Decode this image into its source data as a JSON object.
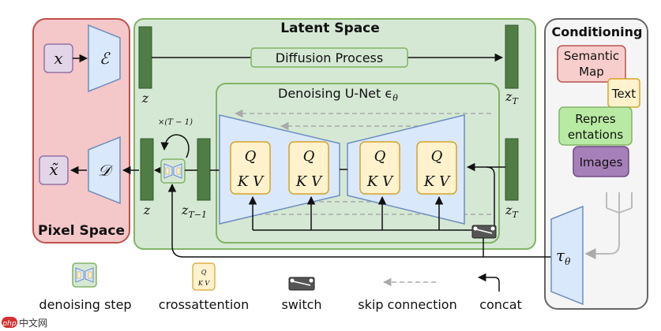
{
  "regions": {
    "pixel_space": "Pixel Space",
    "latent_space": "Latent Space",
    "conditioning": "Conditioning",
    "unet": "Denoising U-Net ϵ",
    "unet_sub": "θ"
  },
  "symbols": {
    "x": "x",
    "x_tilde": "x̃",
    "encoder": "ℰ",
    "decoder": "𝒟",
    "z": "z",
    "z_top": "z",
    "zT": "z",
    "zT_sub": "T",
    "zT2": "z",
    "zT2_sub": "T",
    "zTm1": "z",
    "zTm1_sub": "T−1",
    "repeat": "×(T − 1)",
    "tau": "τ",
    "tau_sub": "θ",
    "q": "Q",
    "kv": "K V"
  },
  "process": {
    "diffusion": "Diffusion Process"
  },
  "conditioning_items": {
    "semantic": "Semantic Map",
    "text": "Text",
    "representations": "Repres entations",
    "images": "Images"
  },
  "legend": {
    "denoising_step": "denoising step",
    "crossattention": "crossattention",
    "switch": "switch",
    "skip": "skip connection",
    "concat": "concat"
  },
  "watermark": "php 中文网",
  "colors": {
    "pixel_fill": "#f4c7c9",
    "pixel_stroke": "#c0504d",
    "latent_fill": "#d5e8d4",
    "latent_stroke": "#82b366",
    "cond_fill": "#f5f5f5",
    "cond_stroke": "#666666",
    "net_fill": "#dae8fc",
    "net_stroke": "#6c8ebf",
    "att_fill": "#fff2cc",
    "att_stroke": "#d6a32a",
    "bar_fill": "#4f7d45",
    "x_fill": "#e1d5e7",
    "x_stroke": "#9673a6"
  }
}
